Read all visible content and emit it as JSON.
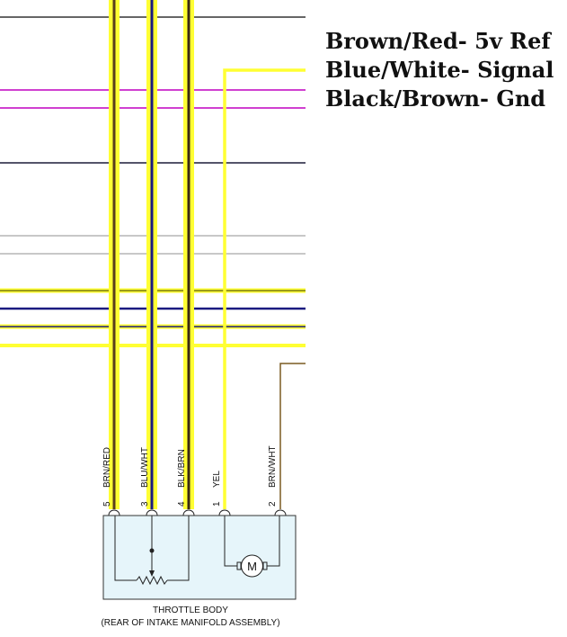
{
  "legend": [
    "Brown/Red- 5v Ref",
    "Blue/White- Signal",
    "Black/Brown- Gnd"
  ],
  "pins": [
    {
      "number": "5",
      "label": "BRN/RED"
    },
    {
      "number": "3",
      "label": "BLU/WHT"
    },
    {
      "number": "4",
      "label": "BLK/BRN"
    },
    {
      "number": "1",
      "label": "YEL"
    },
    {
      "number": "2",
      "label": "BRN/WHT"
    }
  ],
  "component": {
    "title": "THROTTLE BODY",
    "subtitle": "(REAR OF INTAKE MANIFOLD ASSEMBLY)",
    "motor_label": "M"
  },
  "colors": {
    "highlight": "#ffff33",
    "brown": "#5a3e1b",
    "navy": "#1a1a80",
    "magenta": "#d040d0",
    "gray": "#666666",
    "light_gray": "#c8c8c8",
    "olive": "#7a7a10",
    "box_fill": "#e6f5fa"
  }
}
